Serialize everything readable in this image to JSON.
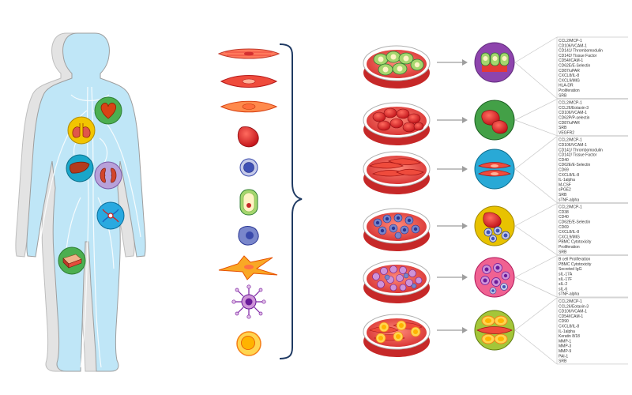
{
  "colors": {
    "body_fill": "#bfe6f7",
    "body_shadow": "#d9d9d9",
    "cell_red": "#e53935",
    "dish_red": "#e8423f",
    "bracket": "#1f3a63",
    "arrow": "#9e9e9e"
  },
  "organs": [
    {
      "name": "heart",
      "icon": "heart-icon",
      "ring": "#4caf50"
    },
    {
      "name": "lungs",
      "icon": "lungs-icon",
      "ring": "#f2c500"
    },
    {
      "name": "liver",
      "icon": "liver-icon",
      "ring": "#1aa6c9"
    },
    {
      "name": "kidney",
      "icon": "kidney-icon",
      "ring": "#b8a1d9"
    },
    {
      "name": "nerve",
      "icon": "nerve-icon",
      "ring": "#29a9e0"
    },
    {
      "name": "skin",
      "icon": "skin-icon",
      "ring": "#4caf50"
    }
  ],
  "cell_types": [
    {
      "icon": "smooth-muscle-cell-icon"
    },
    {
      "icon": "fibroblast-cell-icon"
    },
    {
      "icon": "endothelial-cell-icon"
    },
    {
      "icon": "red-blood-cell-icon"
    },
    {
      "icon": "lymphocyte-icon"
    },
    {
      "icon": "epithelial-cell-icon"
    },
    {
      "icon": "macrophage-icon"
    },
    {
      "icon": "fibroblast-orange-icon"
    },
    {
      "icon": "dendritic-cell-icon"
    },
    {
      "icon": "yellow-cell-icon"
    }
  ],
  "systems": [
    {
      "dish": "epithelial-dish",
      "circle_color": "#8e44ad",
      "markers": [
        "CCL2/MCP-1",
        "CD106/VCAM-1",
        "CD141/ Thrombomodulin",
        "CD142/ Tissue Factor",
        "CD54/ICAM-1",
        "CD62E/E-Selectin",
        "CD87/uPAR",
        "CXCL8/IL-8",
        "CXCL9/MIG",
        "HLA-DR",
        "Proliferation",
        "SRB"
      ]
    },
    {
      "dish": "red-cell-dish",
      "circle_color": "#43a047",
      "markers": [
        "CCL2/MCP-1",
        "CCL26/Eotaxin-3",
        "CD106/VCAM-1",
        "CD62P/P-selectin",
        "CD87/uPAR",
        "SRB",
        "VEGFR2"
      ]
    },
    {
      "dish": "fibroblast-dish",
      "circle_color": "#29a9d6",
      "markers": [
        "CCL2/MCP-1",
        "CD106/VCAM-1",
        "CD141/ Thrombomodulin",
        "CD142/ Tissue Factor",
        "CD40",
        "CD62E/E-Selectin",
        "CD69",
        "CXCL8/IL-8",
        "IL-1alpha",
        "M-CSF",
        "sPGE2",
        "SRB",
        "sTNF-alpha"
      ]
    },
    {
      "dish": "pbmc-dish",
      "circle_color": "#e8c200",
      "markers": [
        "CCL2/MCP-1",
        "CD38",
        "CD40",
        "CD62E/E-Selectin",
        "CD69",
        "CXCL8/IL-8",
        "CXCL9/MIG",
        "PBMC Cytotoxicity",
        "Proliferation",
        "SRB"
      ]
    },
    {
      "dish": "b-cell-dish",
      "circle_color": "#f06292",
      "markers": [
        "B cell Proliferation",
        "PBMC Cytotoxicity",
        "Secreted IgG",
        "sIL-17A",
        "sIL-17F",
        "sIL-2",
        "sIL-6",
        "sTNF-alpha"
      ]
    },
    {
      "dish": "fibroblast-yellow-dish",
      "circle_color": "#a4c639",
      "markers": [
        "CCL2/MCP-1",
        "CCL26/Eotaxin-3",
        "CD106/VCAM-1",
        "CD54/ICAM-1",
        "CD90",
        "CXCL8/IL-8",
        "IL-1alpha",
        "Keratin 8/18",
        "MMP-1",
        "MMP-3",
        "MMP-9",
        "PAI-1",
        "SRB"
      ]
    }
  ]
}
